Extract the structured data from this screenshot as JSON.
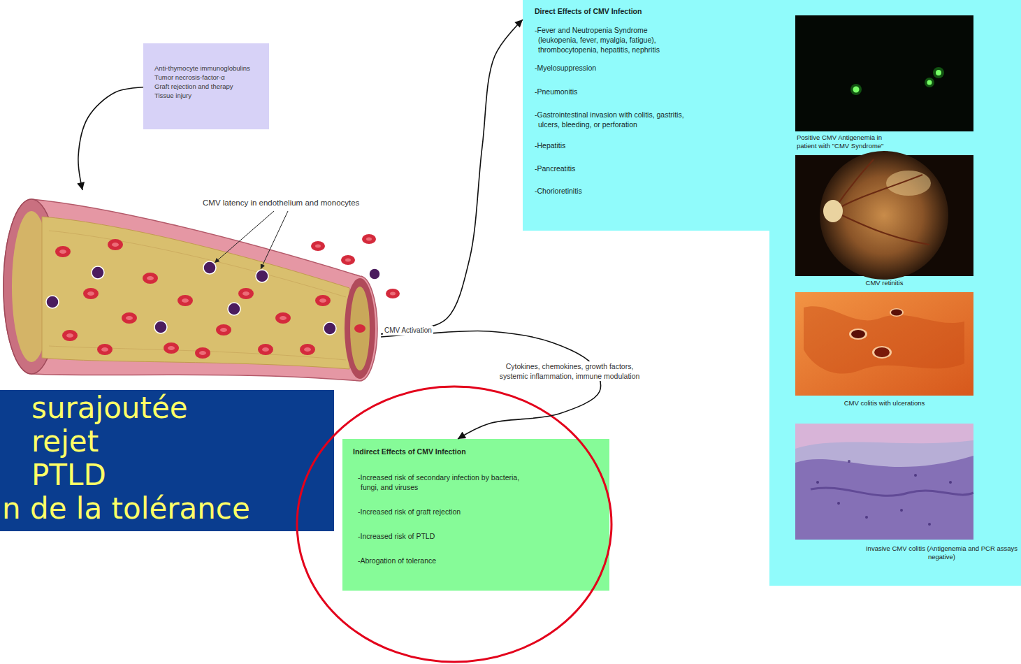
{
  "diagram": {
    "nodes": [
      {
        "text": [
          "Anti-thymocyte immunoglobulins",
          "Tumor necrosis-factor-α",
          "Graft rejection and therapy",
          "Tissue injury"
        ]
      },
      {
        "text": [
          "CMV latency in endothelium and monocytes"
        ]
      },
      {
        "text": [
          "Direct Effects of CMV Infection",
          "-Fever and Neutropenia Syndrome (leukopenia, fever, myalgia, fatigue), thrombocytopenia, hepatitis, nephritis",
          "-Myelosuppression",
          "-Pneumonitis",
          "-Gastrointestinal invasion with colitis, gastritis, ulcers, bleeding, or perforation",
          "-Hepatitis",
          "-Pancreatitis",
          "-Chorioretinitis",
          "Positive CMV Antigenemia in patient with \"CMV Syndrome\"",
          "CMV retinitis",
          "CMV colitis with ulcerations",
          "Invasive CMV colitis (Antigenemia and PCR assays negative)"
        ]
      },
      {
        "text": [
          "surajoutée",
          "rejet",
          "PTLD",
          "n de la tolérance"
        ]
      },
      {
        "text": [
          "Indirect Effects of CMV Infection",
          "-Increased risk of secondary infection by bacteria, fungi, and viruses",
          "-Increased risk of graft rejection",
          "-Increased risk of PTLD",
          "-Abrogation of tolerance"
        ]
      }
    ],
    "edges": [
      {
        "from": 0,
        "to": 1,
        "arrow": "to"
      },
      {
        "from": 1,
        "to": 2,
        "arrow": "to"
      },
      {
        "from": 1,
        "to": 4,
        "label": "Cytokines, chemokines, growth factors, systemic inflammation, immune modulation",
        "arrow": "to"
      }
    ],
    "labels": [
      "CMV Activation"
    ]
  }
}
